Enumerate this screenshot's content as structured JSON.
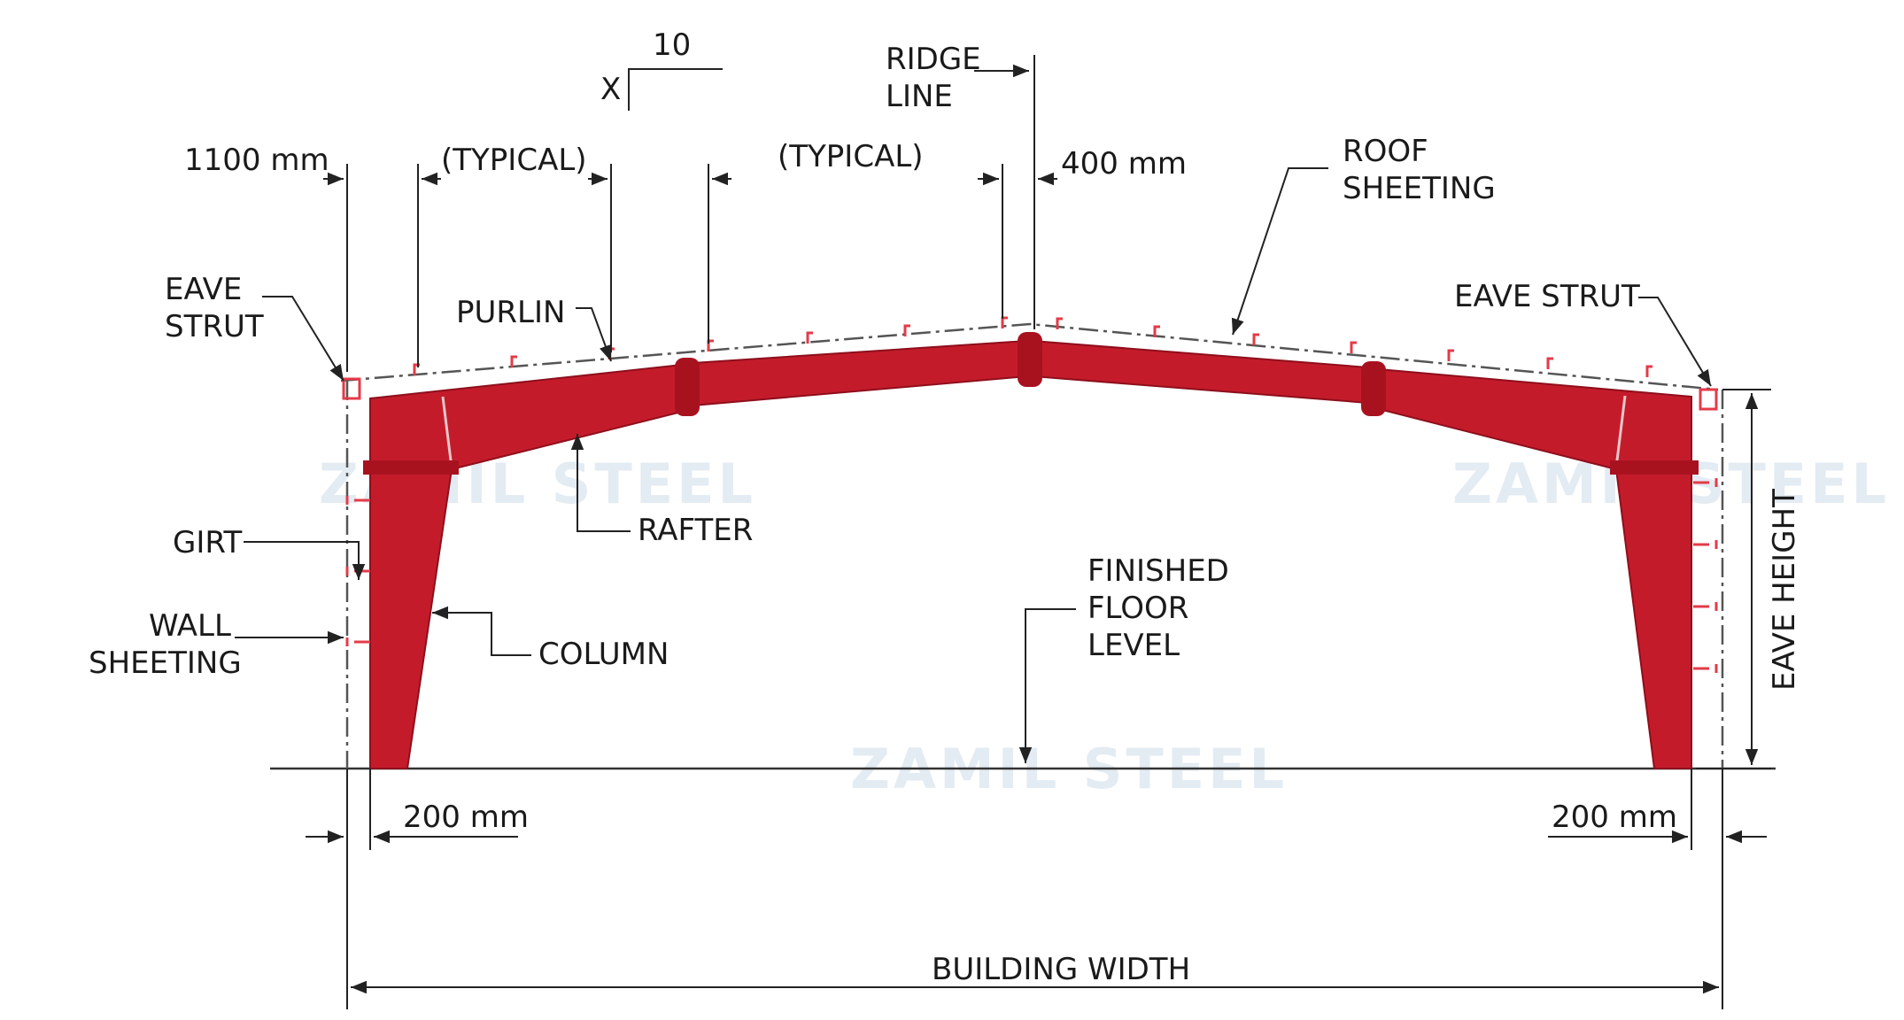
{
  "labels": {
    "slope_run": "10",
    "slope_rise": "X",
    "ridge_line_1": "RIDGE",
    "ridge_line_2": "LINE",
    "eave_offset": "1100 mm",
    "typical_1": "(TYPICAL)",
    "typical_2": "(TYPICAL)",
    "ridge_offset": "400 mm",
    "roof_sheeting_1": "ROOF",
    "roof_sheeting_2": "SHEETING",
    "eave_strut_left_1": "EAVE",
    "eave_strut_left_2": "STRUT",
    "purlin": "PURLIN",
    "eave_strut_right": "EAVE STRUT",
    "girt": "GIRT",
    "rafter": "RAFTER",
    "wall_sheeting_1": "WALL",
    "wall_sheeting_2": "SHEETING",
    "column": "COLUMN",
    "finished_floor_1": "FINISHED",
    "finished_floor_2": "FLOOR",
    "finished_floor_3": "LEVEL",
    "eave_height": "EAVE HEIGHT",
    "left_offset": "200 mm",
    "right_offset": "200 mm",
    "building_width": "BUILDING WIDTH"
  },
  "watermark": "ZAMIL STEEL",
  "colors": {
    "frame": "#c41b2b",
    "purlin": "#e33b48",
    "line": "#222222",
    "watermark": "#e3ebf3"
  }
}
